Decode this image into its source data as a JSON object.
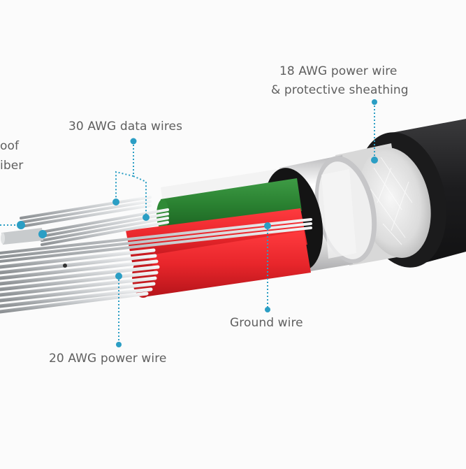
{
  "diagram": {
    "subject": "USB cable cross-section",
    "accent_color": "#2b9ec4",
    "colors": {
      "background": "#fbfbfb",
      "jacket": "#1f1f21",
      "braid": "#e4e4e4",
      "foil": "#c9c9cb",
      "inner_sleeve": "#f2f2f2",
      "data_wire_insulation": "#2f8a36",
      "power_wire_insulation": "#e3252a",
      "conductor": "#d4d6d8",
      "label_text": "#5f5f5f"
    },
    "labels": {
      "left_cut_line1": "oof",
      "left_cut_line2": "iber",
      "data_wires": "30 AWG data wires",
      "outer_power": "18 AWG power wire\n& protective sheathing",
      "outer_power_line1": "18 AWG power wire",
      "outer_power_line2": "& protective sheathing",
      "ground_wire": "Ground wire",
      "inner_power": "20 AWG power wire"
    }
  }
}
